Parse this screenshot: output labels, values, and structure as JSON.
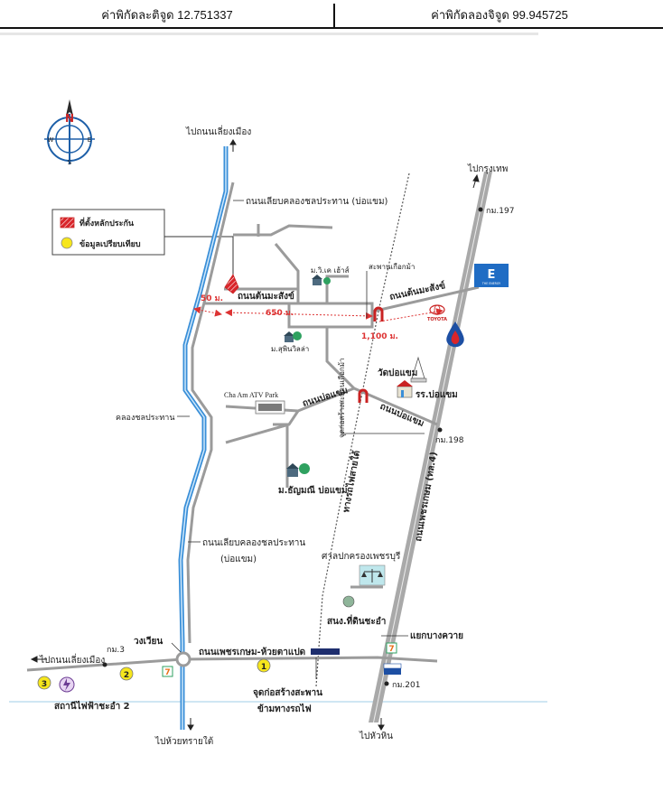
{
  "header": {
    "latitude_label": "ค่าพิกัดละติจูด 12.751337",
    "longitude_label": "ค่าพิกัดลองจิจูด 99.945725"
  },
  "legend": {
    "collateral_label": "ที่ตั้งหลักประกัน",
    "comparison_label": "ข้อมูลเปรียบเทียบ"
  },
  "compass": {
    "n": "N",
    "s": "S",
    "e": "E",
    "w": "W"
  },
  "labels": {
    "to_laem_mueang_top": "ไปถนนเลี่ยงเมือง",
    "to_bangkok": "ไปกรุงเทพ",
    "km197": "กม.197",
    "canal_bypass_top": "ถนนเลียบคลองชลประทาน (บ่อแขม)",
    "moo_vi": "ม.วิ.เค เฮ้าส์",
    "u_turn_bridge": "สะพานเกือกม้า",
    "ton_makham_road_left": "ถนนต้นมะสังข์",
    "ton_makham_road_right": "ถนนต้นมะสังข์",
    "dist_50": "50 ม.",
    "dist_650": "650 ม.",
    "dist_1100": "1,100 ม.",
    "moo_supin": "ม.สุพินวิลล่า",
    "wat_bo_khaem": "วัดบ่อแขม",
    "school": "รร.บ่อแขม",
    "atv_park": "Cha Am ATV Park",
    "bo_khaem_road_left": "ถนนบ่อแขม",
    "bo_khaem_road_right": "ถนนบ่อแขม",
    "bridge_start": "จุดก่อสร้างสะพานเกือกม้า",
    "km198": "กม.198",
    "irrigation_canal": "คลองชลประทาน",
    "railway": "ทางรถไฟสายใต้",
    "moo_thanyamani": "ม.ธัญมณี บ่อแขม",
    "phetkasem_road": "ถนนเพชรเกษม (ทล.4)",
    "canal_bypass_bottom_1": "ถนนเลียบคลองชลประทาน",
    "canal_bypass_bottom_2": "(บ่อแขม)",
    "court": "ศาลปกครองเพชรบุรี",
    "land_office": "สนง.ที่ดินชะอำ",
    "bang_kwai_junction": "แยกบางควาย",
    "roundabout": "วงเวียน",
    "phet_huaysai_road": "ถนนเพชรเกษม-ห้วยตาแปด",
    "to_laem_mueang_bottom": "ไปถนนเลี่ยงเมือง",
    "km3": "กม.3",
    "km201": "กม.201",
    "power_station": "สถานีไฟฟ้าชะอำ 2",
    "rail_bridge_1": "จุดก่อสร้างสะพาน",
    "rail_bridge_2": "ข้ามทางรถไฟ",
    "to_huay_sai": "ไปห้วยทรายใต้",
    "to_hua_hin": "ไปหัวหิน",
    "toyota": "TOYOTA",
    "energy": "THE ENERGY"
  },
  "comparison_points": [
    "1",
    "2",
    "3"
  ],
  "colors": {
    "road": "#9b9b9b",
    "canal": "#3a8fd8",
    "collateral": "#d9252a",
    "comparison": "#f6e61c",
    "dimension": "#d33"
  }
}
